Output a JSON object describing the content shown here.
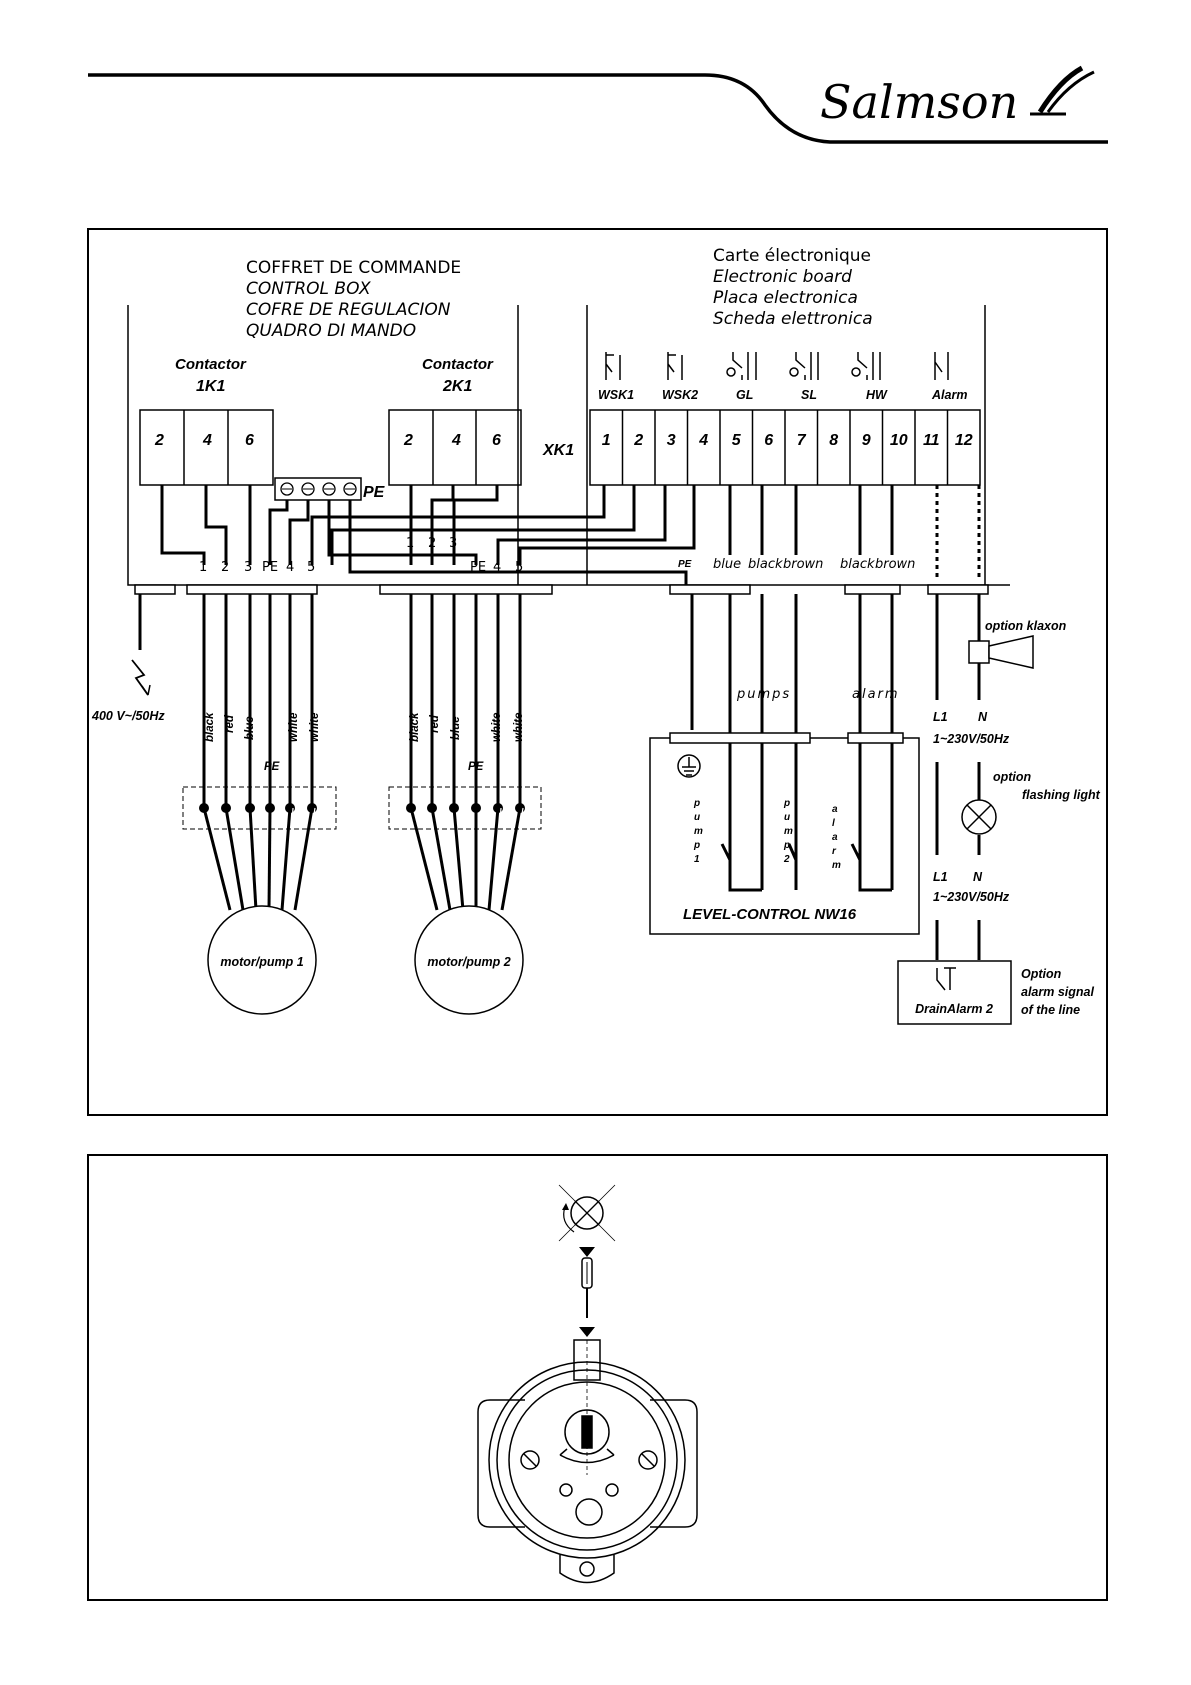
{
  "brand": {
    "name": "Salmson"
  },
  "control_box": {
    "titles": [
      "COFFRET DE COMMANDE",
      "CONTROL BOX",
      "COFRE DE REGULACION",
      "QUADRO DI MANDO"
    ],
    "contactors": [
      {
        "label": "Contactor",
        "id": "1K1",
        "terminals": [
          "2",
          "4",
          "6"
        ]
      },
      {
        "label": "Contactor",
        "id": "2K1",
        "terminals": [
          "2",
          "4",
          "6"
        ]
      }
    ],
    "pe_label": "PE",
    "outputs_1": [
      "1",
      "2",
      "3",
      "PE",
      "4",
      "5"
    ],
    "outputs_2": [
      "1",
      "2",
      "3",
      "PE",
      "4",
      "5"
    ],
    "supply": "400 V~/50Hz"
  },
  "board": {
    "titles": [
      "Carte électronique",
      "Electronic board",
      "Placa electronica",
      "Scheda elettronica"
    ],
    "connector": "XK1",
    "groups": [
      "WSK1",
      "WSK2",
      "GL",
      "SL",
      "HW",
      "Alarm"
    ],
    "terminals": [
      "1",
      "2",
      "3",
      "4",
      "5",
      "6",
      "7",
      "8",
      "9",
      "10",
      "11",
      "12"
    ],
    "pe_label": "PE",
    "wire_labels_pumps": [
      "blue",
      "black",
      "brown"
    ],
    "wire_labels_alarm": [
      "black",
      "brown"
    ]
  },
  "motor_cables": {
    "cable1": [
      "black",
      "red",
      "blue",
      "white",
      "white"
    ],
    "cable2": [
      "black",
      "red",
      "blue",
      "white",
      "white"
    ],
    "pe": "PE"
  },
  "motors": [
    "motor/pump 1",
    "motor/pump 2"
  ],
  "level_control": {
    "title": "LEVEL-CONTROL NW16",
    "cable_pumps": "pumps",
    "cable_alarm": "alarm",
    "switch_labels": [
      "pump 1",
      "pump 2",
      "alarm"
    ]
  },
  "options": {
    "klaxon": "option klaxon",
    "line_top": {
      "l1": "L1",
      "n": "N",
      "voltage": "1~230V/50Hz"
    },
    "flashing_light": [
      "option",
      "flashing light"
    ],
    "line_bottom": {
      "l1": "L1",
      "n": "N",
      "voltage": "1~230V/50Hz"
    },
    "drain_alarm": "DrainAlarm 2",
    "alarm_signal": [
      "Option",
      "alarm signal",
      "of the line"
    ]
  }
}
